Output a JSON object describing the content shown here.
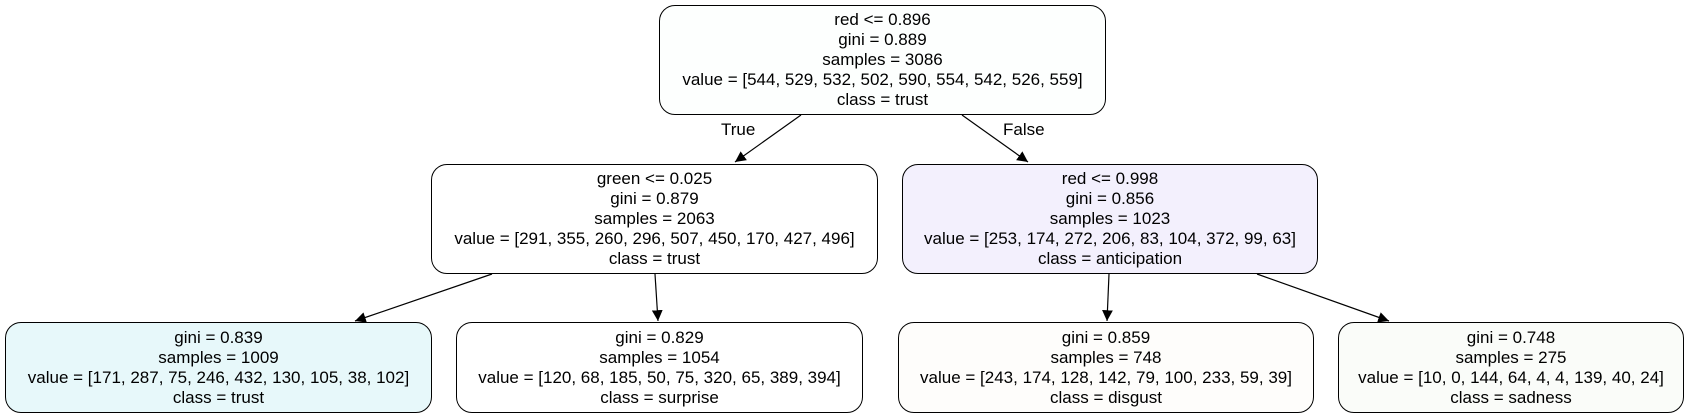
{
  "tree": {
    "nodes": [
      {
        "id": "root",
        "lines": [
          "red <= 0.896",
          "gini = 0.889",
          "samples = 3086",
          "value = [544, 529, 532, 502, 590, 554, 542, 526, 559]",
          "class = trust"
        ],
        "fill": "#fdfffe"
      },
      {
        "id": "left",
        "lines": [
          "green <= 0.025",
          "gini = 0.879",
          "samples = 2063",
          "value = [291, 355, 260, 296, 507, 450, 170, 427, 496]",
          "class = trust"
        ],
        "fill": "#ffffff"
      },
      {
        "id": "right",
        "lines": [
          "red <= 0.998",
          "gini = 0.856",
          "samples = 1023",
          "value = [253, 174, 272, 206, 83, 104, 372, 99, 63]",
          "class = anticipation"
        ],
        "fill": "#f3f0fd"
      },
      {
        "id": "ll",
        "lines": [
          "gini = 0.839",
          "samples = 1009",
          "value = [171, 287, 75, 246, 432, 130, 105, 38, 102]",
          "class = trust"
        ],
        "fill": "#e7f8fa"
      },
      {
        "id": "lr",
        "lines": [
          "gini = 0.829",
          "samples = 1054",
          "value = [120, 68, 185, 50, 75, 320, 65, 389, 394]",
          "class = surprise"
        ],
        "fill": "#ffffff"
      },
      {
        "id": "rl",
        "lines": [
          "gini = 0.859",
          "samples = 748",
          "value = [243, 174, 128, 142, 79, 100, 233, 59, 39]",
          "class = disgust"
        ],
        "fill": "#fefdfb"
      },
      {
        "id": "rr",
        "lines": [
          "gini = 0.748",
          "samples = 275",
          "value = [10, 0, 144, 64, 4, 4, 139, 40, 24]",
          "class = sadness"
        ],
        "fill": "#fafcf9"
      }
    ],
    "edge_labels": {
      "true_label": "True",
      "false_label": "False"
    }
  }
}
